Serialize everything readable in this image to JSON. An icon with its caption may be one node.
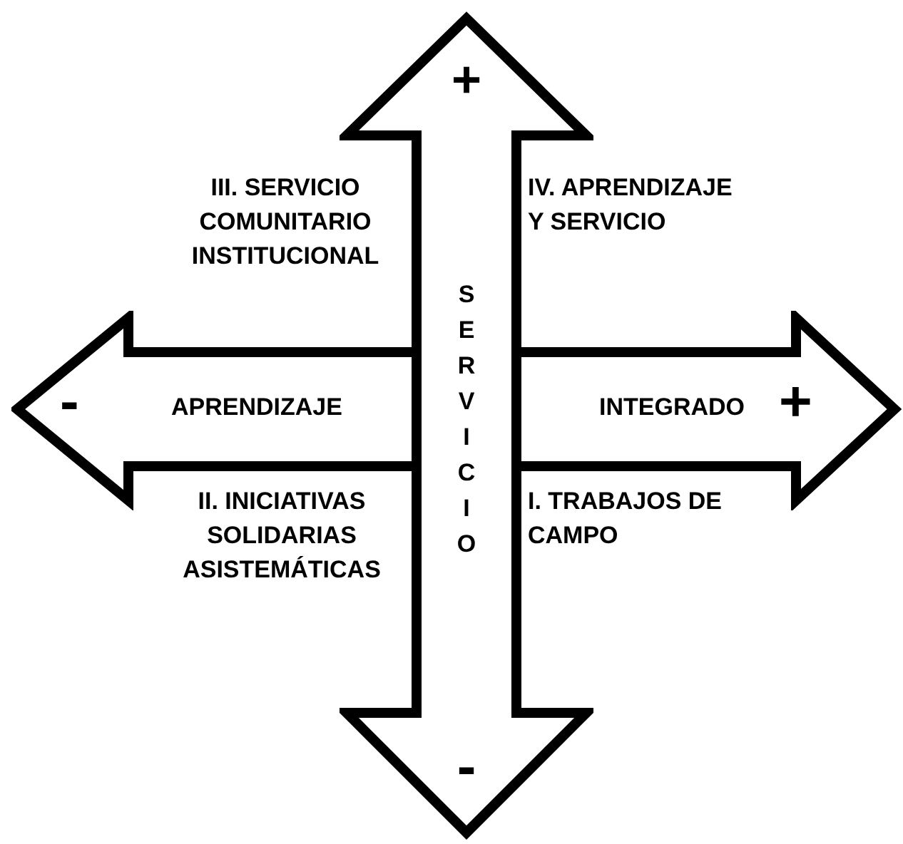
{
  "diagram": {
    "nodes": [
      {
        "text": [
          "-",
          "APRENDIZAJE"
        ]
      },
      {
        "text": [
          "INTEGRADO",
          "+"
        ]
      },
      {
        "text": [
          "+",
          "SERVICIO",
          "-"
        ]
      }
    ],
    "labels": [
      "III. SERVICIO COMUNITARIO INSTITUCIONAL",
      "IV. APRENDIZAJE Y SERVICIO",
      "II. INICIATIVAS SOLIDARIAS ASISTEMÁTICAS",
      "I. TRABAJOS DE CAMPO"
    ]
  }
}
